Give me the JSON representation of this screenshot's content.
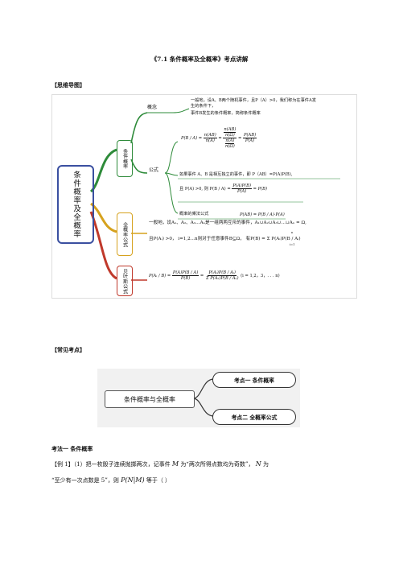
{
  "title": "《7.1  条件概率及全概率》考点讲解",
  "sections": {
    "mindmap": "【思维导图】",
    "common": "【常见考点】",
    "method1": "考法一  条件概率"
  },
  "mindmap": {
    "root": "条件概率及全概率",
    "branch1": {
      "label": "条件概率",
      "concept_label": "概念",
      "concept_text": [
        "一般地，设A、B两个随机事件，且P（A）>0，我们称为在事件A发",
        "生的条件下，",
        "事件B发生的条件概率，简称条件概率"
      ],
      "formula_label": "公式",
      "formula_main_lhs": "P(B / A) =",
      "formula_frac1": [
        "n(AB)",
        "n(A)"
      ],
      "formula_frac2": [
        "P(AB)",
        "P(A)"
      ],
      "formula_nested_top": [
        "n(AB)",
        "n(Ω)"
      ],
      "formula_nested_bottom": [
        "n(A)",
        "n(Ω)"
      ],
      "independent_text": "如果事件 A、B 是相互独立的事件，即 P（AB）=P(A)P(B),",
      "independent_formula_prefix": "且 P(A) >0, 则 P(B / A) =",
      "independent_frac": [
        "P(A)P(B)",
        "P(A)"
      ],
      "independent_result": "= P(B)",
      "multiplication_label": "概率的乘法公式",
      "multiplication_formula": "P(AB) = P(B / A)·P(A)"
    },
    "branch2": {
      "label": "全概率公式",
      "line1": "一般地，设A₁、A₂、A₃…Aₙ是一组两两互斥的事件，A₁∪A₂∪A₃∪…∪Aₙ = Ω,",
      "line2": "且P(Aᵢ) >0，  i=1,2...n则对于任意事件B⊆Ω，  有P(B) = Σ P(Aᵢ)P(B / Aᵢ)",
      "sum_limits": [
        "n",
        "i=1"
      ]
    },
    "branch3": {
      "label": "贝叶斯公式",
      "lhs": "P(Aᵢ / B) =",
      "frac1": [
        "P(A)P(B / A)",
        "P(B)"
      ],
      "frac2_num": "P(Aᵢ)P(B / Aᵢ)",
      "frac2_den": "Σ P(Aₖ)P(B / Aₖ)",
      "range": "(i = 1,2，3，. . . n)"
    },
    "colors": {
      "root": "#3a4fa0",
      "branch1": "#2e8b3a",
      "branch2": "#d6a21e",
      "branch3": "#c0392b"
    }
  },
  "points_diagram": {
    "center": "条件概率与全概率",
    "point1": "考点一  条件概率",
    "point2": "考点二  全概率公式"
  },
  "example": {
    "line1_a": "【例 1】（1）把一枚骰子连续抛掷两次，记事件",
    "var_M": "M",
    "line1_b": "为“两次所得点数均为奇数”，",
    "var_N": "N",
    "line1_c": "为",
    "line2_a": "“至少有一次点数是 5”，则",
    "expr": "P(N|M)",
    "line2_b": "等于（        ）"
  }
}
